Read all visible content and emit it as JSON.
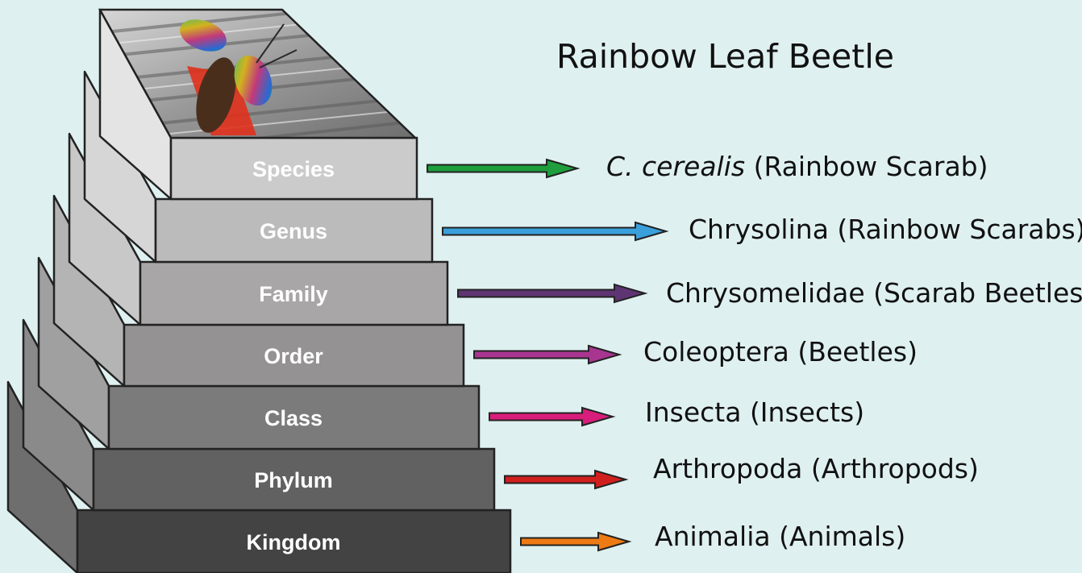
{
  "title": "Rainbow Leaf Beetle",
  "levels": [
    {
      "rank": "Species",
      "name_italic": "C. cerealis",
      "name": " (Rainbow Scarab)",
      "arrow_color": "#1e9e3c"
    },
    {
      "rank": "Genus",
      "name_italic": "",
      "name": "Chrysolina (Rainbow Scarabs)",
      "arrow_color": "#3aa0dc"
    },
    {
      "rank": "Family",
      "name_italic": "",
      "name": "Chrysomelidae (Scarab Beetles)",
      "arrow_color": "#5e3572"
    },
    {
      "rank": "Order",
      "name_italic": "",
      "name": "Coleoptera (Beetles)",
      "arrow_color": "#a83691"
    },
    {
      "rank": "Class",
      "name_italic": "",
      "name": "Insecta (Insects)",
      "arrow_color": "#d81d7b"
    },
    {
      "rank": "Phylum",
      "name_italic": "",
      "name": "Arthropoda (Arthropods)",
      "arrow_color": "#d0201e"
    },
    {
      "rank": "Kingdom",
      "name_italic": "",
      "name": "Animalia (Animals)",
      "arrow_color": "#ee7a14"
    }
  ],
  "step_colors": [
    "#cbcbcb",
    "#bcbbbb",
    "#a8a6a6",
    "#949292",
    "#7c7b7b",
    "#626161",
    "#444343"
  ],
  "photo": {
    "icon": "rainbow-beetle-photo"
  }
}
